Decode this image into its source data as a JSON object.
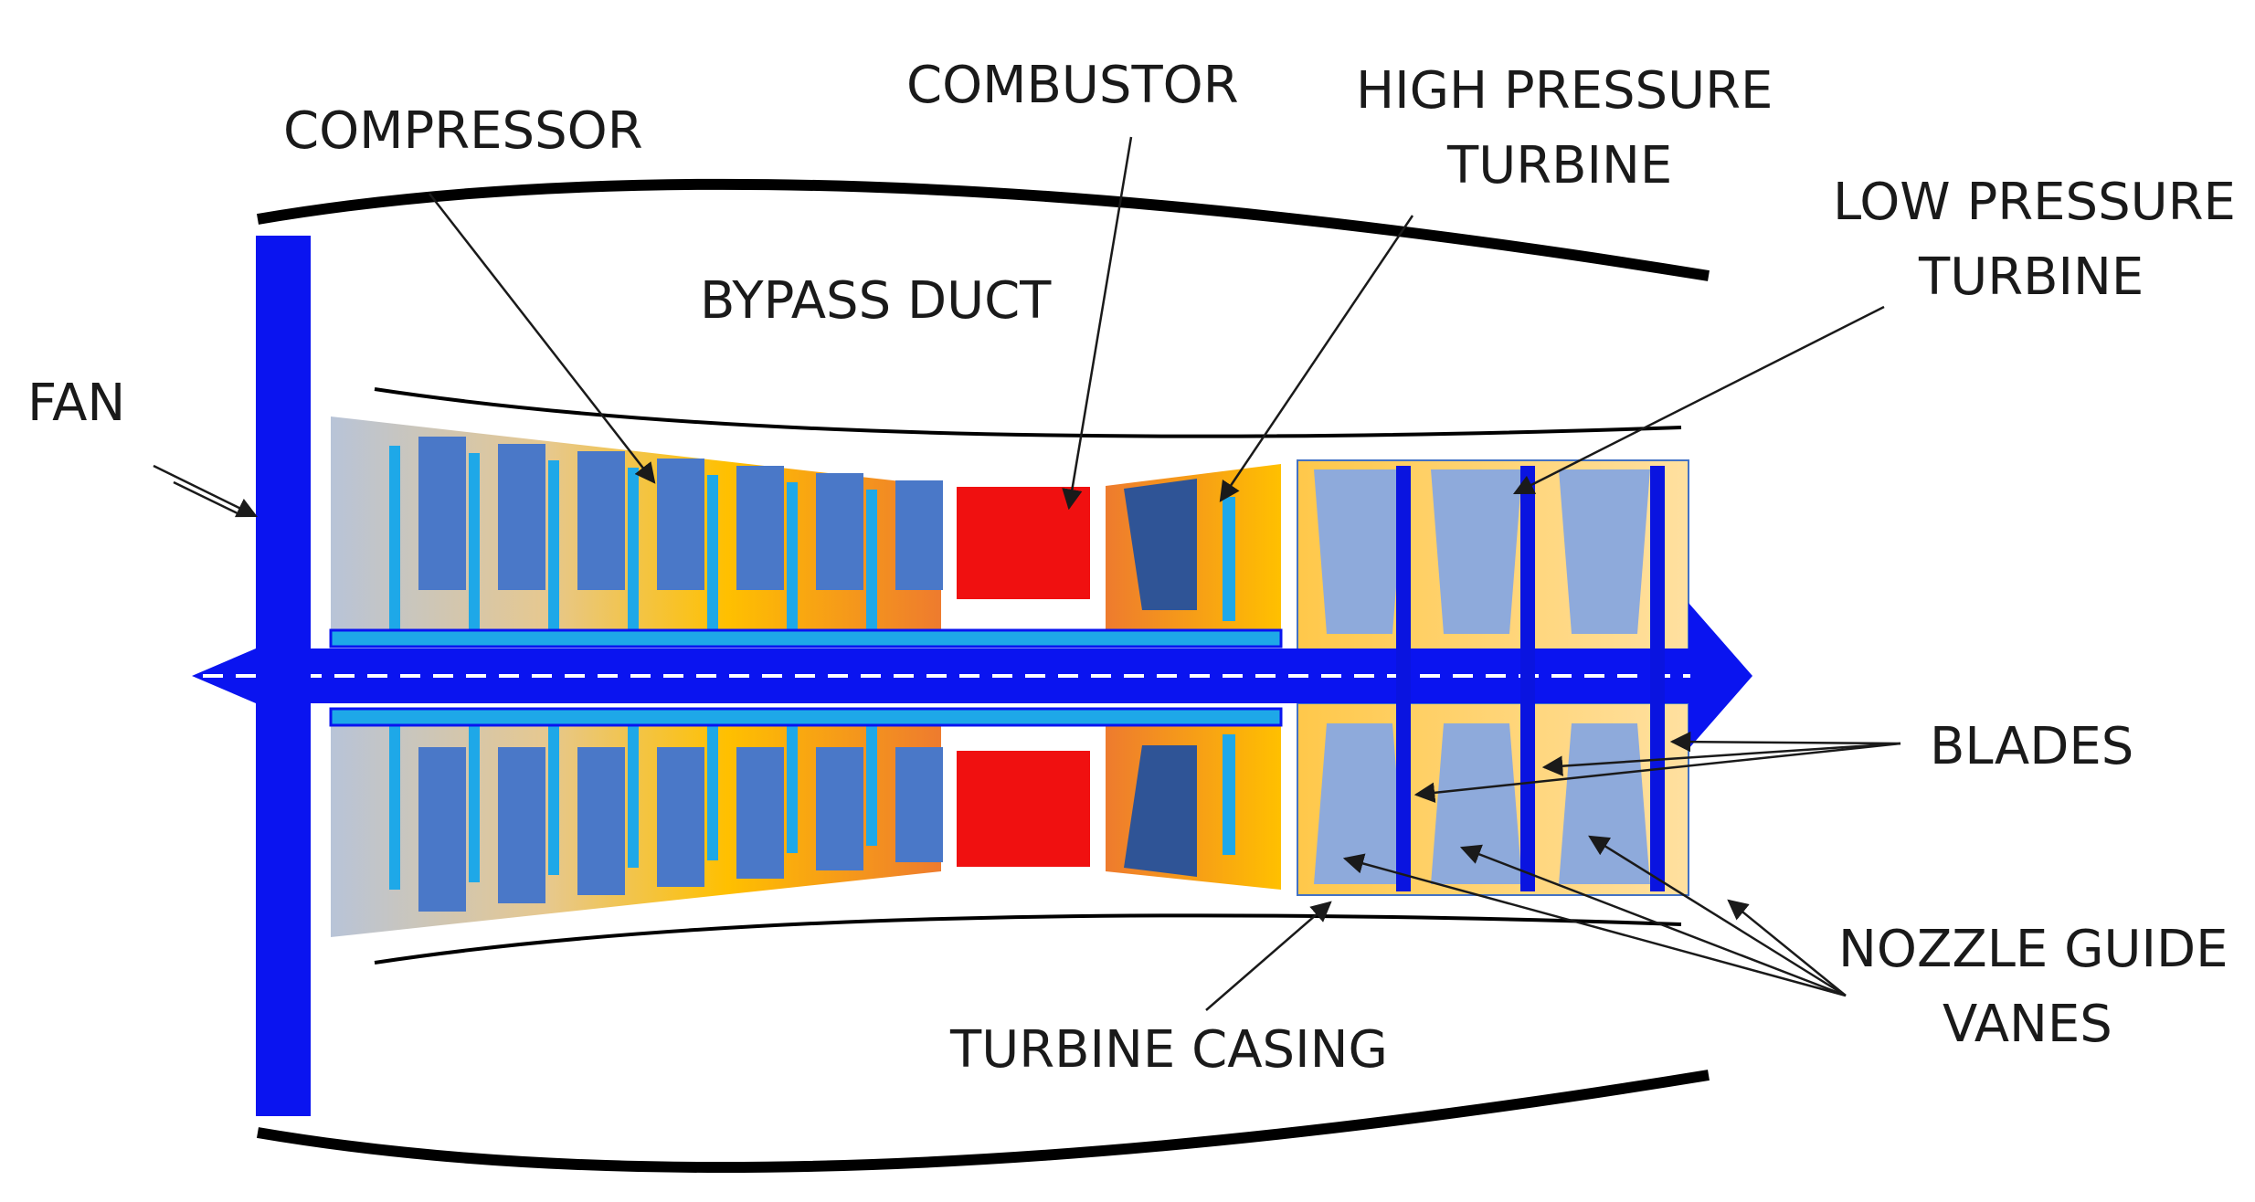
{
  "labels": {
    "compressor": "COMPRESSOR",
    "combustor": "COMBUSTOR",
    "hpt_line1": "HIGH PRESSURE",
    "hpt_line2": "TURBINE",
    "lpt_line1": "LOW PRESSURE",
    "lpt_line2": "TURBINE",
    "bypass_duct": "BYPASS DUCT",
    "fan": "FAN",
    "blades": "BLADES",
    "ngv_line1": "NOZZLE GUIDE",
    "ngv_line2": "VANES",
    "turbine_casing": "TURBINE CASING"
  },
  "colors": {
    "shaft": "#0a14f0",
    "combustor": "#f01010",
    "vane": "#4a78c8",
    "blade": "#1ea8e8",
    "hpt_vane": "#2f5496",
    "lpt_vane": "#8eaadb",
    "lpt_blade": "#0a14e0",
    "hot_start": "#f0a030",
    "hot_end": "#ffc000",
    "cold": "#b8c4d8"
  }
}
